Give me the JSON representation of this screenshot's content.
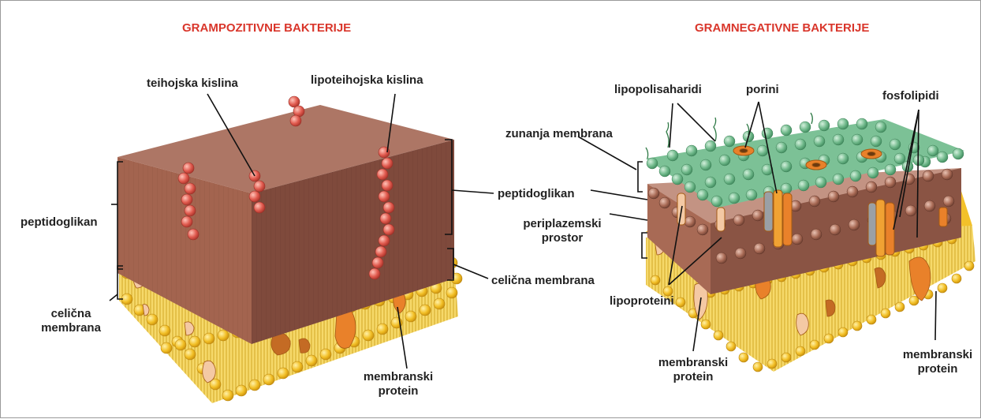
{
  "colors": {
    "title_red": "#d9362b",
    "peptidoglycan": "#a86a55",
    "membrane_yellow": "#f3c12a",
    "outer_membrane_green": "#6fb88a",
    "protein_orange": "#e9812a",
    "teichoic_red": "#e05a4e"
  },
  "gram_positive": {
    "title": "GRAMPOZITIVNE BAKTERIJE",
    "labels": {
      "teichoic_acid": "teihojska kislina",
      "lipoteichoic_acid": "lipoteihojska kislina",
      "peptidoglycan_left": "peptidoglikan",
      "peptidoglycan_right": "peptidoglikan",
      "cell_membrane_left": [
        "celična",
        "membrana"
      ],
      "cell_membrane_right": "celična membrana",
      "membrane_protein": [
        "membranski",
        "protein"
      ]
    }
  },
  "gram_negative": {
    "title": "GRAMNEGATIVNE BAKTERIJE",
    "labels": {
      "lipopolysaccharides": "lipopolisaharidi",
      "porins": "porini",
      "phospholipids": "fosfolipidi",
      "outer_membrane": "zunanja membrana",
      "periplasmic_space": [
        "periplazemski",
        "prostor"
      ],
      "lipoproteins": "lipoproteini",
      "membrane_protein_left": [
        "membranski",
        "protein"
      ],
      "membrane_protein_right": [
        "membranski",
        "protein"
      ]
    }
  }
}
